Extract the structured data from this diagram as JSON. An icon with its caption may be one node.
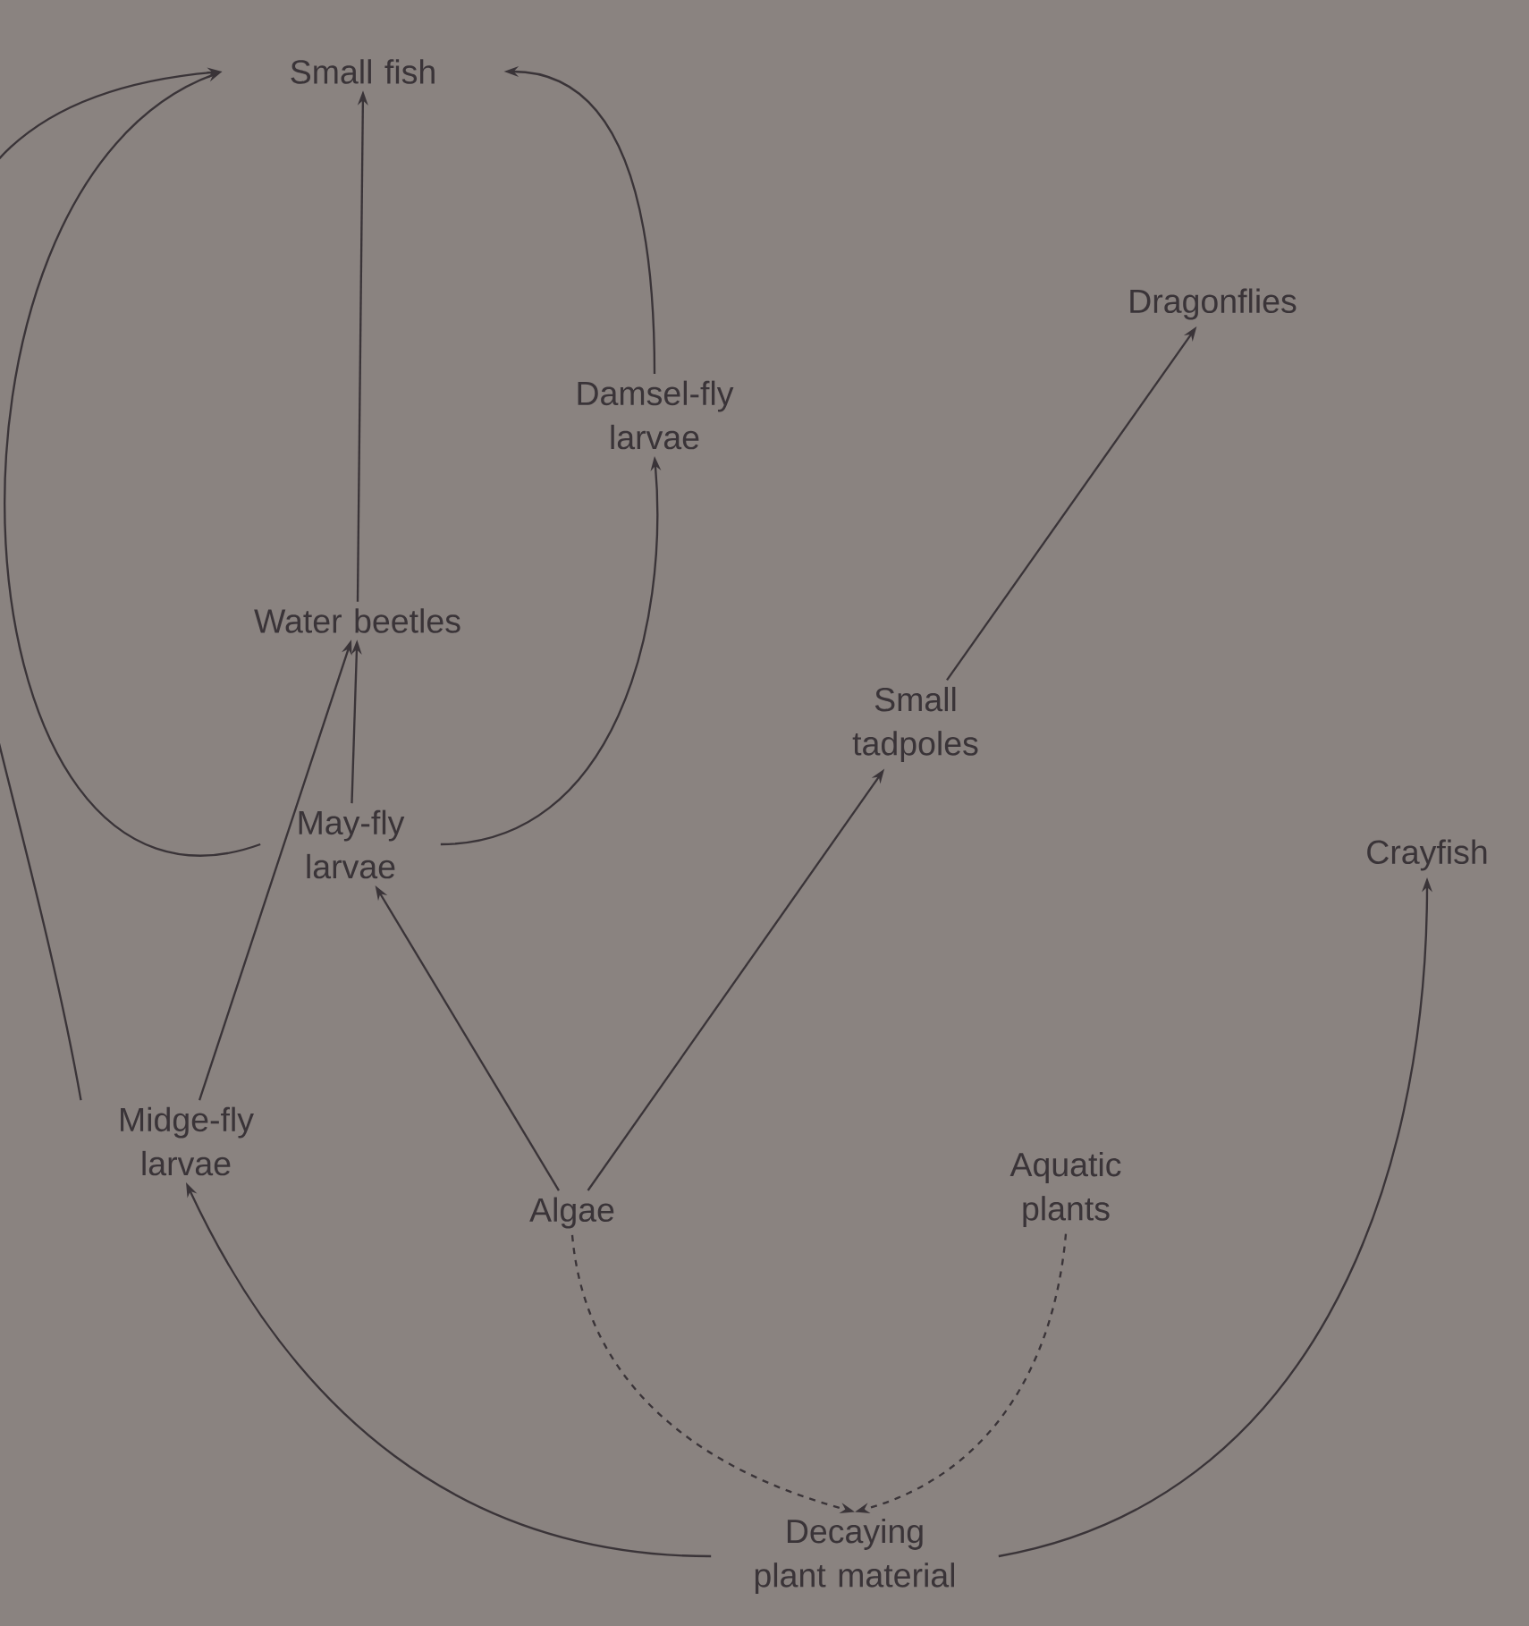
{
  "diagram": {
    "nodes": [
      {
        "text": [
          "Small fish"
        ]
      },
      {
        "text": [
          "Dragonflies"
        ]
      },
      {
        "text": [
          "Damsel-fly larvae"
        ]
      },
      {
        "text": [
          "Water beetles"
        ]
      },
      {
        "text": [
          "Small tadpoles"
        ]
      },
      {
        "text": [
          "May-fly larvae"
        ]
      },
      {
        "text": [
          "Crayfish"
        ]
      },
      {
        "text": [
          "Midge-fly larvae"
        ]
      },
      {
        "text": [
          "Algae"
        ]
      },
      {
        "text": [
          "Aquatic plants"
        ]
      },
      {
        "text": [
          "Decaying plant material"
        ]
      }
    ],
    "edges": [
      {
        "from": 3,
        "to": 0,
        "arrow": "to"
      },
      {
        "from": 5,
        "to": 3,
        "arrow": "to"
      },
      {
        "from": 5,
        "to": 0,
        "arrow": "to"
      },
      {
        "from": 5,
        "to": 2,
        "arrow": "to"
      },
      {
        "from": 2,
        "to": 0,
        "arrow": "to"
      },
      {
        "from": 7,
        "to": 0,
        "arrow": "to"
      },
      {
        "from": 7,
        "to": 3,
        "arrow": "to"
      },
      {
        "from": 8,
        "to": 5,
        "arrow": "to"
      },
      {
        "from": 8,
        "to": 4,
        "arrow": "to"
      },
      {
        "from": 4,
        "to": 1,
        "arrow": "to"
      },
      {
        "from": 8,
        "to": 10,
        "arrow": "to",
        "style": "dashed"
      },
      {
        "from": 9,
        "to": 10,
        "arrow": "to",
        "style": "dashed"
      },
      {
        "from": 10,
        "to": 7,
        "arrow": "to"
      },
      {
        "from": 10,
        "to": 6,
        "arrow": "to"
      }
    ]
  }
}
